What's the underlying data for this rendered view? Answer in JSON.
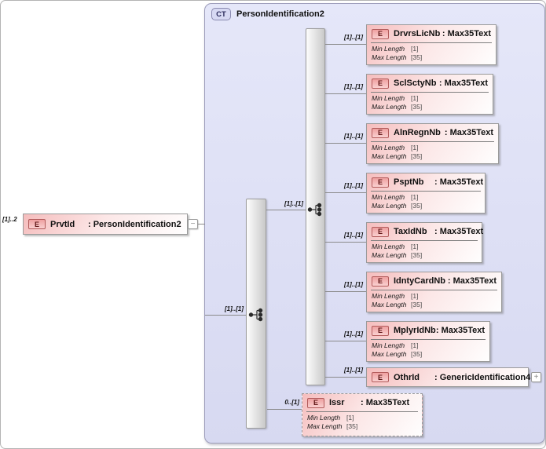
{
  "colors": {
    "container_fill_top": "#e5e7f9",
    "container_fill_bottom": "#d7d9f1",
    "container_border": "#9c9cba",
    "element_fill": "#f5bdbd",
    "element_fill_mid": "#fce7e7",
    "element_fill_end": "#fefefe",
    "element_border": "#9a9a9a",
    "badge_e_fill_top": "#efa0a0",
    "badge_e_fill_bottom": "#f9d0d0",
    "badge_e_border": "#b25b5b",
    "badge_e_text": "#5f1717",
    "badge_ct_fill": "#d7d9f3",
    "badge_ct_border": "#8a8ab0",
    "bar_fill_start": "#fdfdfd",
    "bar_fill_end": "#c9c9c9",
    "bar_border": "#9d9d9d",
    "line_color": "#8a8a8a"
  },
  "icons": {
    "expand": "+",
    "collapse": "−"
  },
  "root": {
    "cardinality": "[1]..2",
    "badge": "E",
    "name": "PrvtId",
    "type": ": PersonIdentification2"
  },
  "container": {
    "badge": "CT",
    "title": "PersonIdentification2"
  },
  "connectors": {
    "to_outer_sequence": "[1]..[1]",
    "to_inner_sequence": "[1]..[1]"
  },
  "children": [
    {
      "badge": "E",
      "name": "DrvrsLicNb",
      "type": ": Max35Text",
      "cardinality": "[1]..[1]",
      "facts": [
        {
          "label": "Min Length",
          "value": "[1]"
        },
        {
          "label": "Max Length",
          "value": "[35]"
        }
      ]
    },
    {
      "badge": "E",
      "name": "SclSctyNb",
      "type": ": Max35Text",
      "cardinality": "[1]..[1]",
      "facts": [
        {
          "label": "Min Length",
          "value": "[1]"
        },
        {
          "label": "Max Length",
          "value": "[35]"
        }
      ]
    },
    {
      "badge": "E",
      "name": "AlnRegnNb",
      "type": ": Max35Text",
      "cardinality": "[1]..[1]",
      "facts": [
        {
          "label": "Min Length",
          "value": "[1]"
        },
        {
          "label": "Max Length",
          "value": "[35]"
        }
      ]
    },
    {
      "badge": "E",
      "name": "PsptNb",
      "type": ": Max35Text",
      "cardinality": "[1]..[1]",
      "facts": [
        {
          "label": "Min Length",
          "value": "[1]"
        },
        {
          "label": "Max Length",
          "value": "[35]"
        }
      ]
    },
    {
      "badge": "E",
      "name": "TaxIdNb",
      "type": ": Max35Text",
      "cardinality": "[1]..[1]",
      "facts": [
        {
          "label": "Min Length",
          "value": "[1]"
        },
        {
          "label": "Max Length",
          "value": "[35]"
        }
      ]
    },
    {
      "badge": "E",
      "name": "IdntyCardNb",
      "type": ": Max35Text",
      "cardinality": "[1]..[1]",
      "facts": [
        {
          "label": "Min Length",
          "value": "[1]"
        },
        {
          "label": "Max Length",
          "value": "[35]"
        }
      ]
    },
    {
      "badge": "E",
      "name": "MplyrIdNb",
      "type": ": Max35Text",
      "cardinality": "[1]..[1]",
      "facts": [
        {
          "label": "Min Length",
          "value": "[1]"
        },
        {
          "label": "Max Length",
          "value": "[35]"
        }
      ]
    },
    {
      "badge": "E",
      "name": "OthrId",
      "type": ": GenericIdentification4",
      "cardinality": "[1]..[1]"
    }
  ],
  "optional_child": {
    "badge": "E",
    "name": "Issr",
    "type": ": Max35Text",
    "cardinality": "0..[1]",
    "facts": [
      {
        "label": "Min Length",
        "value": "[1]"
      },
      {
        "label": "Max Length",
        "value": "[35]"
      }
    ]
  }
}
